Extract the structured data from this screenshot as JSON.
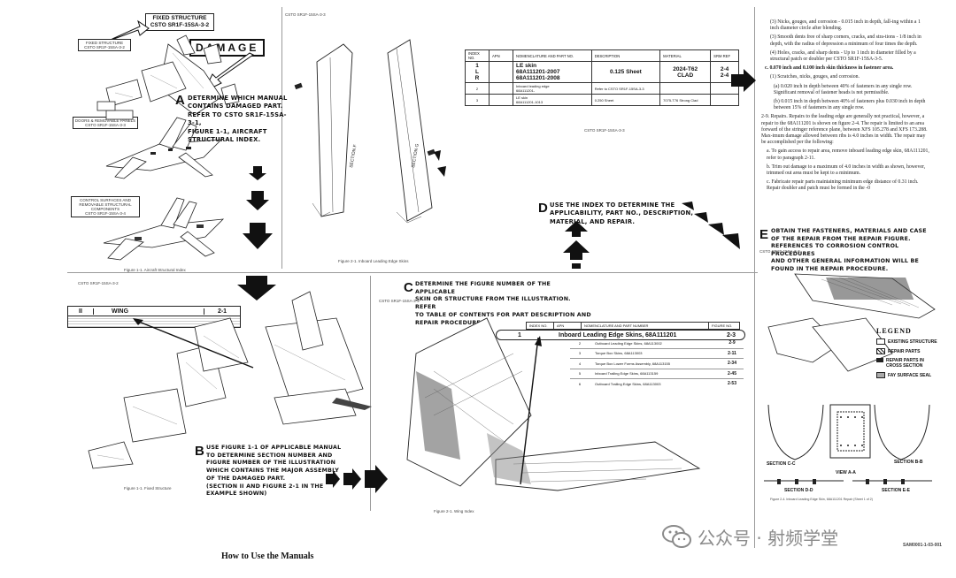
{
  "panel_a": {
    "header_line1": "FIXED STRUCTURE",
    "header_line2": "CSTO SR1F-15SA-3-2",
    "damage_label": "DAMAGE",
    "small_box_1_line1": "FIXED STRUCTURE",
    "small_box_1_line2": "CSTO SR1F-15SA-3-2",
    "small_box_2_line1": "DOORS & REMOVABLE PANELS",
    "small_box_2_line2": "CSTO SR1F-15SA-3-3",
    "small_box_3_line1": "CONTROL SURFACES AND",
    "small_box_3_line2": "REMOVABLE STRUCTURAL COMPONENTS",
    "small_box_3_line3": "CSTO SR1F-15SA-3-4",
    "letter": "A",
    "text_lines": [
      "DETERMINE WHICH MANUAL",
      "CONTAINS DAMAGED PART.",
      "REFER TO CSTO SR1F-15SA-3-1,",
      "FIGURE 1-1, AIRCRAFT",
      "STRUCTURAL INDEX."
    ],
    "caption": "Figure 1-1.  Aircraft Structural Index"
  },
  "panel_drawing": {
    "page_id": "CSTO SR1F-15SA-3-3",
    "caption": "Figure 2-1.  Inboard Leading Edge Skins"
  },
  "panel_d": {
    "table_headers": [
      "INDEX NO.",
      "APN",
      "NOMENCLATURE AND PART NO.",
      "DESCRIPTION",
      "MATERIAL",
      "SRM REF"
    ],
    "row1_index": "1",
    "row1_sub": [
      "L",
      "R"
    ],
    "row1_nom": "LE skin",
    "row1_parts": [
      "68A111201-2007",
      "68A111201-2008"
    ],
    "row1_desc": "0.125 Sheet",
    "row1_mat": "2024-T62",
    "row1_mat2": "CLAD",
    "row1_ref": [
      "2-4",
      "2-4"
    ],
    "row2_index": "2",
    "row2_nom": "Inboard leading edge",
    "row2_nom2": "68A111201-",
    "row2_desc": "Refer to CSTO SR1F-15SA-3-3",
    "row3_index": "3",
    "row3_nom": "LE skin",
    "row3_nom2": "68A111201-1013",
    "row3_desc": "0.250 Sheet",
    "row3_mat": "7075-T76 Strong Clad",
    "footer": "CSTO SR1F-15SA-3-3",
    "letter": "D",
    "text_lines": [
      "USE THE INDEX TO DETERMINE THE",
      "APPLICABILITY, PART NO., DESCRIPTION,",
      "MATERIAL, AND REPAIR."
    ]
  },
  "panel_e": {
    "paragraphs": [
      "(3) Nicks, gouges, and corrosion - 0.015 inch in depth, fall-ing within a 1 inch diameter circle after blending.",
      "(3) Smooth dents free of sharp corners, cracks, and stra-tions - 1/8 inch in depth, with the radius of depression a minimum of four times the depth.",
      "(4) Holes, cracks, and sharp dents - Up to 1 inch in diameter filled by a structural patch or doubler per CSTO SR1F-15SA-3-5.",
      "c. 0.070 inch and 0.100 inch skin thickness in fastener area.",
      "(1) Scratches, nicks, gouges, and corrosion.",
      "(a) 0.020 inch in depth between 40% of fasteners in any single row. Significant removal of fastener heads is not permissible.",
      "(b) 0.015 inch in depth between 40% of fasteners plus 0.030 inch in depth between 15% of fasteners in any single row.",
      "2-9. Repairs. Repairs to the leading edge are generally not practical, however, a repair to the 68A111201 is shown on figure 2-4. The repair is limited to an area forward of the stringer reference plane, between XFS 105.278 and XFS 173.288. Max-imum damage allowed between ribs is 4.0 inches in width. The repair may be accomplished per the following:",
      "a. To gain access to repair area, remove inboard leading edge skin, 68A111201, refer to paragraph 2-11.",
      "b. Trim out damage to a maximum of 4.0 inches in width as shown, however, trimmed out area must be kept to a minimum.",
      "c. Fabricate repair parts maintaining minimum edge distance of 0.31 inch. Repair doubler and patch must be formed in the -0"
    ],
    "letter": "E",
    "text_lines": [
      "OBTAIN THE FASTENERS, MATERIALS AND CASE",
      "OF THE REPAIR FROM THE REPAIR FIGURE.",
      "REFERENCES TO CORROSION CONTROL PROCEDURES",
      "AND OTHER GENERAL INFORMATION WILL BE",
      "FOUND IN THE REPAIR PROCEDURE."
    ],
    "page_id": "CSTO SR1F-15SA-3-3",
    "legend_title": "LEGEND",
    "legend_items": [
      "EXISTING STRUCTURE",
      "REPAIR PARTS",
      "REPAIR PARTS IN CROSS SECTION",
      "FAY SURFACE SEAL"
    ],
    "section_labels": [
      "SECTION C-C",
      "SECTION B-B",
      "VIEW A-A",
      "SECTION D-D",
      "SECTION E-E"
    ],
    "caption": "Figure 2-4.  Inboard Leading Edge Skin, 68A111201 Repair (Sheet 1 of 2)",
    "drawing_number": "SAM0001-1-03-001"
  },
  "panel_b": {
    "page_id": "CSTO SR1F-15SA-3-2",
    "table_section": "II",
    "table_title": "WING",
    "table_ref": "2-1",
    "letter": "B",
    "text_lines": [
      "USE FIGURE 1-1 OF APPLICABLE MANUAL",
      "TO DETERMINE SECTION NUMBER AND",
      "FIGURE NUMBER OF THE ILLUSTRATION",
      "WHICH CONTAINS THE MAJOR ASSEMBLY",
      "OF THE DAMAGED PART.",
      "(SECTION II AND FIGURE 2-1 IN THE",
      "EXAMPLE SHOWN)"
    ],
    "caption": "Figure 1-1.  Fixed Structure"
  },
  "panel_c": {
    "page_id": "CSTO SR1F-15SA-3-3",
    "letter": "C",
    "text_lines": [
      "DETERMINE THE FIGURE NUMBER OF THE APPLICABLE",
      "SKIN OR STRUCTURE FROM THE ILLUSTRATION. REFER",
      "TO TABLE OF CONTENTS FOR PART DESCRIPTION AND",
      "REPAIR PROCEDURE."
    ],
    "table_headers": [
      "INDEX NO.",
      "APN",
      "NOMENCLATURE AND PART NUMBER",
      "FIGURE NO."
    ],
    "main_index": "1",
    "main_nom": "Inboard Leading Edge Skins, 68A111201",
    "main_ref": "2-3",
    "rows": [
      {
        "idx": "2",
        "nom": "Outboard Leading Edge Skins, 68A113002",
        "ref": "2-9"
      },
      {
        "idx": "3",
        "nom": "Torque Box Skins, 68A113003",
        "ref": "2-11"
      },
      {
        "idx": "4",
        "nom": "Torque Box Lower Forms Assembly, 68A113155",
        "ref": "2-34"
      },
      {
        "idx": "5",
        "nom": "Inboard Trailing Edge Skins, 68A113159",
        "ref": "2-45"
      },
      {
        "idx": "6",
        "nom": "Outboard Trailing Edge Skins, 68A113003",
        "ref": "2-53"
      }
    ],
    "caption": "Figure 2-1.  Wing Index"
  },
  "footer": {
    "title": "How to Use the Manuals",
    "watermark": "公众号 · 射频学堂"
  }
}
